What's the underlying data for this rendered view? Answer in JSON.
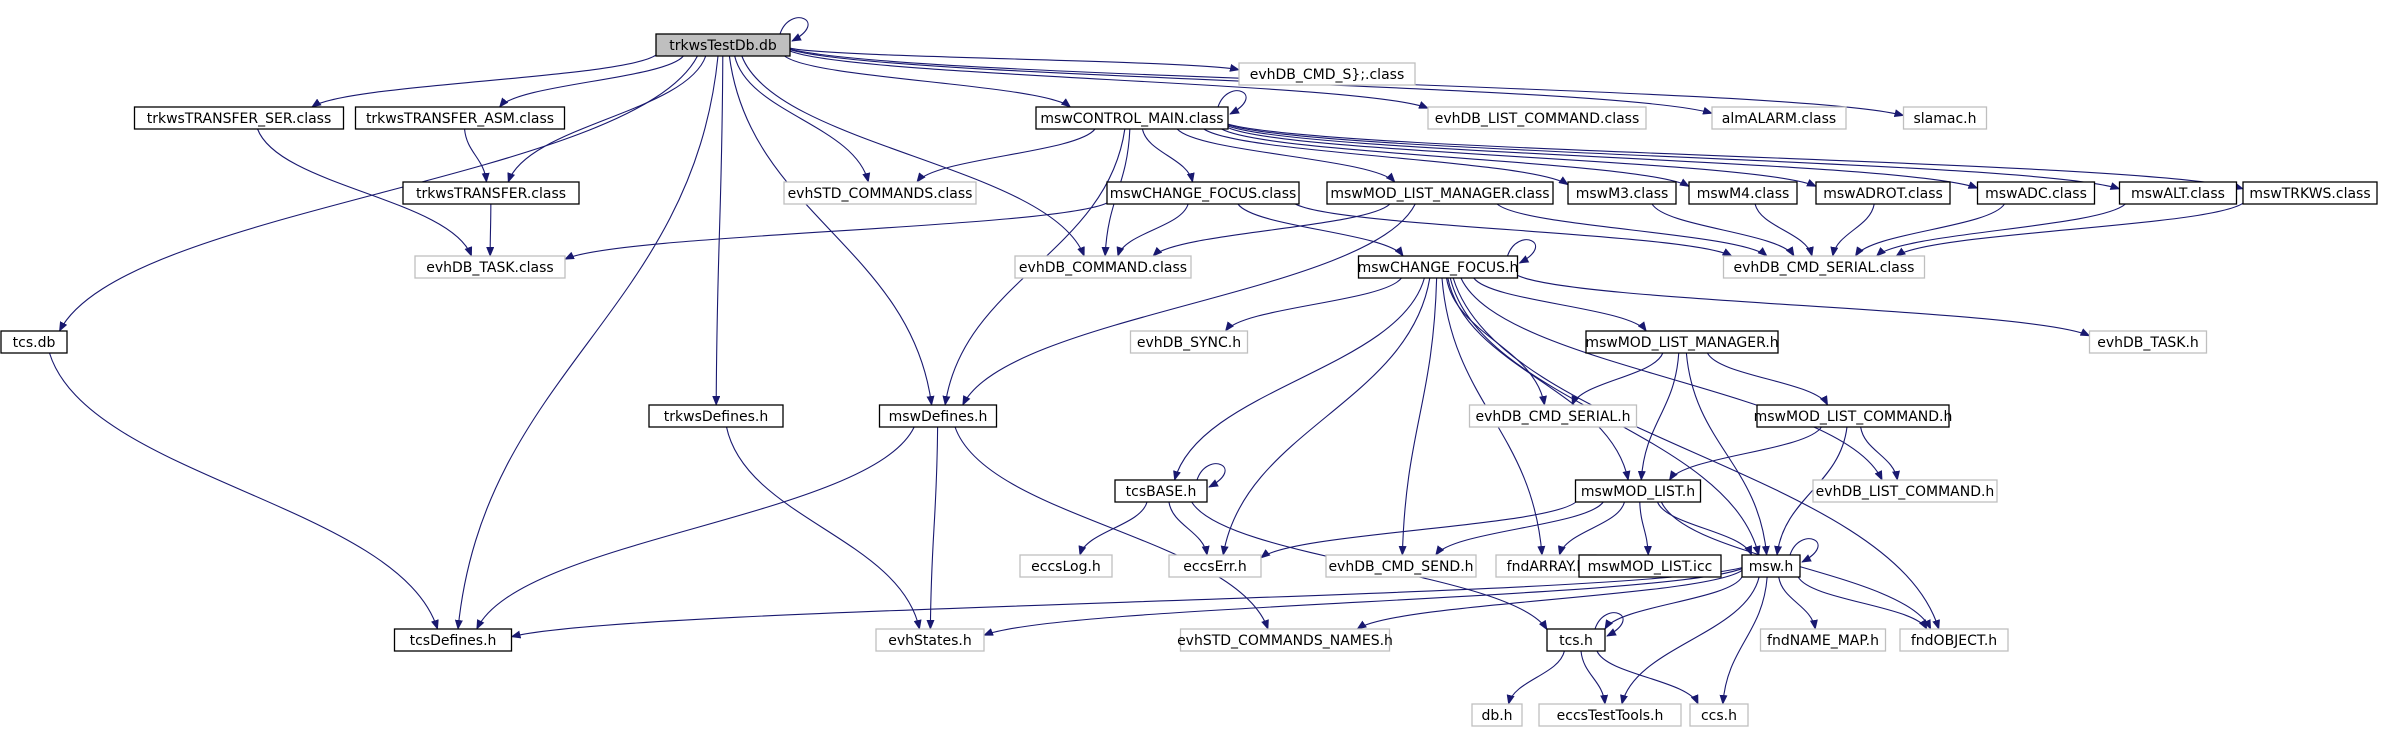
{
  "nodes": [
    {
      "id": "trkwsTestDb",
      "label": "trkwsTestDb.db",
      "style": "root"
    },
    {
      "id": "trkwsTRANSFER_SER",
      "label": "trkwsTRANSFER_SER.class",
      "style": "solid"
    },
    {
      "id": "trkwsTRANSFER_ASM",
      "label": "trkwsTRANSFER_ASM.class",
      "style": "solid"
    },
    {
      "id": "trkwsTRANSFER",
      "label": "trkwsTRANSFER.class",
      "style": "solid"
    },
    {
      "id": "evhDB_TASK_class",
      "label": "evhDB_TASK.class",
      "style": "muted"
    },
    {
      "id": "tcs_db",
      "label": "tcs.db",
      "style": "solid"
    },
    {
      "id": "trkwsDefines",
      "label": "trkwsDefines.h",
      "style": "solid"
    },
    {
      "id": "mswCONTROL_MAIN",
      "label": "mswCONTROL_MAIN.class",
      "style": "solid"
    },
    {
      "id": "evhDB_CMD_S",
      "label": "evhDB_CMD_S};.class",
      "style": "muted"
    },
    {
      "id": "evhDB_LIST_COMMAND_class",
      "label": "evhDB_LIST_COMMAND.class",
      "style": "muted"
    },
    {
      "id": "almALARM",
      "label": "almALARM.class",
      "style": "muted"
    },
    {
      "id": "slamac",
      "label": "slamac.h",
      "style": "muted"
    },
    {
      "id": "evhSTD_COMMANDS_class",
      "label": "evhSTD_COMMANDS.class",
      "style": "muted"
    },
    {
      "id": "mswCHANGE_FOCUS_class",
      "label": "mswCHANGE_FOCUS.class",
      "style": "solid"
    },
    {
      "id": "mswMOD_LIST_MANAGER_class",
      "label": "mswMOD_LIST_MANAGER.class",
      "style": "solid"
    },
    {
      "id": "mswM3",
      "label": "mswM3.class",
      "style": "solid"
    },
    {
      "id": "mswM4",
      "label": "mswM4.class",
      "style": "solid"
    },
    {
      "id": "mswADROT",
      "label": "mswADROT.class",
      "style": "solid"
    },
    {
      "id": "mswADC",
      "label": "mswADC.class",
      "style": "solid"
    },
    {
      "id": "mswALT",
      "label": "mswALT.class",
      "style": "solid"
    },
    {
      "id": "mswTRKWS",
      "label": "mswTRKWS.class",
      "style": "solid"
    },
    {
      "id": "evhDB_COMMAND_class",
      "label": "evhDB_COMMAND.class",
      "style": "muted"
    },
    {
      "id": "evhDB_CMD_SERIAL_class",
      "label": "evhDB_CMD_SERIAL.class",
      "style": "muted"
    },
    {
      "id": "mswCHANGE_FOCUS_h",
      "label": "mswCHANGE_FOCUS.h",
      "style": "solid"
    },
    {
      "id": "evhDB_SYNC_h",
      "label": "evhDB_SYNC.h",
      "style": "muted"
    },
    {
      "id": "evhDB_TASK_h",
      "label": "evhDB_TASK.h",
      "style": "muted"
    },
    {
      "id": "mswMOD_LIST_MANAGER_h",
      "label": "mswMOD_LIST_MANAGER.h",
      "style": "solid"
    },
    {
      "id": "evhDB_CMD_SERIAL_h",
      "label": "evhDB_CMD_SERIAL.h",
      "style": "muted"
    },
    {
      "id": "mswMOD_LIST_COMMAND_h",
      "label": "mswMOD_LIST_COMMAND.h",
      "style": "solid"
    },
    {
      "id": "mswDefines",
      "label": "mswDefines.h",
      "style": "solid"
    },
    {
      "id": "tcsBASE",
      "label": "tcsBASE.h",
      "style": "solid"
    },
    {
      "id": "mswMOD_LIST_h",
      "label": "mswMOD_LIST.h",
      "style": "solid"
    },
    {
      "id": "evhDB_LIST_COMMAND_h",
      "label": "evhDB_LIST_COMMAND.h",
      "style": "muted"
    },
    {
      "id": "eccsLog",
      "label": "eccsLog.h",
      "style": "muted"
    },
    {
      "id": "eccsErr",
      "label": "eccsErr.h",
      "style": "muted"
    },
    {
      "id": "evhDB_CMD_SEND",
      "label": "evhDB_CMD_SEND.h",
      "style": "muted"
    },
    {
      "id": "fndARRAY",
      "label": "fndARRAY.h",
      "style": "muted"
    },
    {
      "id": "mswMOD_LIST_icc",
      "label": "mswMOD_LIST.icc",
      "style": "solid"
    },
    {
      "id": "msw_h",
      "label": "msw.h",
      "style": "solid"
    },
    {
      "id": "tcsDefines",
      "label": "tcsDefines.h",
      "style": "solid"
    },
    {
      "id": "evhStates",
      "label": "evhStates.h",
      "style": "muted"
    },
    {
      "id": "evhSTD_COMMANDS_NAMES",
      "label": "evhSTD_COMMANDS_NAMES.h",
      "style": "muted"
    },
    {
      "id": "tcs_h",
      "label": "tcs.h",
      "style": "solid"
    },
    {
      "id": "fndNAME_MAP",
      "label": "fndNAME_MAP.h",
      "style": "muted"
    },
    {
      "id": "fndOBJECT",
      "label": "fndOBJECT.h",
      "style": "muted"
    },
    {
      "id": "db_h",
      "label": "db.h",
      "style": "muted"
    },
    {
      "id": "eccsTestTools",
      "label": "eccsTestTools.h",
      "style": "muted"
    },
    {
      "id": "ccs_h",
      "label": "ccs.h",
      "style": "muted"
    }
  ],
  "edges": [
    [
      "trkwsTestDb",
      "trkwsTestDb"
    ],
    [
      "trkwsTestDb",
      "tcs_db"
    ],
    [
      "trkwsTestDb",
      "trkwsTRANSFER_SER"
    ],
    [
      "trkwsTestDb",
      "trkwsTRANSFER_ASM"
    ],
    [
      "trkwsTestDb",
      "trkwsTRANSFER"
    ],
    [
      "trkwsTestDb",
      "tcsDefines"
    ],
    [
      "trkwsTestDb",
      "trkwsDefines"
    ],
    [
      "trkwsTestDb",
      "mswDefines"
    ],
    [
      "trkwsTestDb",
      "evhDB_COMMAND_class"
    ],
    [
      "trkwsTestDb",
      "mswCONTROL_MAIN"
    ],
    [
      "trkwsTestDb",
      "evhDB_CMD_S"
    ],
    [
      "trkwsTestDb",
      "evhDB_LIST_COMMAND_class"
    ],
    [
      "trkwsTestDb",
      "almALARM"
    ],
    [
      "trkwsTestDb",
      "slamac"
    ],
    [
      "trkwsTestDb",
      "evhSTD_COMMANDS_class"
    ],
    [
      "trkwsTRANSFER_SER",
      "evhDB_TASK_class"
    ],
    [
      "trkwsTRANSFER_ASM",
      "trkwsTRANSFER"
    ],
    [
      "trkwsTRANSFER",
      "evhDB_TASK_class"
    ],
    [
      "tcs_db",
      "tcsDefines"
    ],
    [
      "trkwsDefines",
      "evhStates"
    ],
    [
      "mswCONTROL_MAIN",
      "mswCONTROL_MAIN"
    ],
    [
      "mswCONTROL_MAIN",
      "evhSTD_COMMANDS_class"
    ],
    [
      "mswCONTROL_MAIN",
      "mswCHANGE_FOCUS_class"
    ],
    [
      "mswCONTROL_MAIN",
      "mswMOD_LIST_MANAGER_class"
    ],
    [
      "mswCONTROL_MAIN",
      "mswM3"
    ],
    [
      "mswCONTROL_MAIN",
      "mswM4"
    ],
    [
      "mswCONTROL_MAIN",
      "mswADROT"
    ],
    [
      "mswCONTROL_MAIN",
      "mswADC"
    ],
    [
      "mswCONTROL_MAIN",
      "mswALT"
    ],
    [
      "mswCONTROL_MAIN",
      "mswTRKWS"
    ],
    [
      "mswCONTROL_MAIN",
      "evhDB_COMMAND_class"
    ],
    [
      "mswCONTROL_MAIN",
      "mswDefines"
    ],
    [
      "mswCHANGE_FOCUS_class",
      "evhDB_TASK_class"
    ],
    [
      "mswCHANGE_FOCUS_class",
      "evhDB_COMMAND_class"
    ],
    [
      "mswCHANGE_FOCUS_class",
      "mswCHANGE_FOCUS_h"
    ],
    [
      "mswCHANGE_FOCUS_class",
      "evhDB_CMD_SERIAL_class"
    ],
    [
      "mswMOD_LIST_MANAGER_class",
      "evhDB_COMMAND_class"
    ],
    [
      "mswMOD_LIST_MANAGER_class",
      "mswDefines"
    ],
    [
      "mswMOD_LIST_MANAGER_class",
      "evhDB_CMD_SERIAL_class"
    ],
    [
      "mswM3",
      "evhDB_CMD_SERIAL_class"
    ],
    [
      "mswM4",
      "evhDB_CMD_SERIAL_class"
    ],
    [
      "mswADROT",
      "evhDB_CMD_SERIAL_class"
    ],
    [
      "mswADC",
      "evhDB_CMD_SERIAL_class"
    ],
    [
      "mswALT",
      "evhDB_CMD_SERIAL_class"
    ],
    [
      "mswTRKWS",
      "evhDB_CMD_SERIAL_class"
    ],
    [
      "mswCHANGE_FOCUS_h",
      "mswCHANGE_FOCUS_h"
    ],
    [
      "mswCHANGE_FOCUS_h",
      "evhDB_SYNC_h"
    ],
    [
      "mswCHANGE_FOCUS_h",
      "evhDB_TASK_h"
    ],
    [
      "mswCHANGE_FOCUS_h",
      "mswMOD_LIST_MANAGER_h"
    ],
    [
      "mswCHANGE_FOCUS_h",
      "evhDB_CMD_SERIAL_h"
    ],
    [
      "mswCHANGE_FOCUS_h",
      "tcsBASE"
    ],
    [
      "mswCHANGE_FOCUS_h",
      "eccsErr"
    ],
    [
      "mswCHANGE_FOCUS_h",
      "evhDB_CMD_SEND"
    ],
    [
      "mswCHANGE_FOCUS_h",
      "fndARRAY"
    ],
    [
      "mswCHANGE_FOCUS_h",
      "mswMOD_LIST_h"
    ],
    [
      "mswCHANGE_FOCUS_h",
      "evhDB_LIST_COMMAND_h"
    ],
    [
      "mswCHANGE_FOCUS_h",
      "msw_h"
    ],
    [
      "mswCHANGE_FOCUS_h",
      "fndOBJECT"
    ],
    [
      "mswMOD_LIST_MANAGER_h",
      "evhDB_CMD_SERIAL_h"
    ],
    [
      "mswMOD_LIST_MANAGER_h",
      "mswMOD_LIST_COMMAND_h"
    ],
    [
      "mswMOD_LIST_MANAGER_h",
      "mswMOD_LIST_h"
    ],
    [
      "mswMOD_LIST_MANAGER_h",
      "msw_h"
    ],
    [
      "mswMOD_LIST_COMMAND_h",
      "mswMOD_LIST_h"
    ],
    [
      "mswMOD_LIST_COMMAND_h",
      "evhDB_LIST_COMMAND_h"
    ],
    [
      "mswMOD_LIST_COMMAND_h",
      "msw_h"
    ],
    [
      "mswDefines",
      "tcsDefines"
    ],
    [
      "mswDefines",
      "evhStates"
    ],
    [
      "mswDefines",
      "evhSTD_COMMANDS_NAMES"
    ],
    [
      "tcsBASE",
      "tcsBASE"
    ],
    [
      "tcsBASE",
      "eccsLog"
    ],
    [
      "tcsBASE",
      "eccsErr"
    ],
    [
      "tcsBASE",
      "tcs_h"
    ],
    [
      "mswMOD_LIST_h",
      "eccsErr"
    ],
    [
      "mswMOD_LIST_h",
      "evhDB_CMD_SEND"
    ],
    [
      "mswMOD_LIST_h",
      "fndARRAY"
    ],
    [
      "mswMOD_LIST_h",
      "mswMOD_LIST_icc"
    ],
    [
      "mswMOD_LIST_h",
      "msw_h"
    ],
    [
      "mswMOD_LIST_h",
      "fndOBJECT"
    ],
    [
      "msw_h",
      "msw_h"
    ],
    [
      "msw_h",
      "tcsDefines"
    ],
    [
      "msw_h",
      "evhStates"
    ],
    [
      "msw_h",
      "evhSTD_COMMANDS_NAMES"
    ],
    [
      "msw_h",
      "tcs_h"
    ],
    [
      "msw_h",
      "fndNAME_MAP"
    ],
    [
      "msw_h",
      "fndOBJECT"
    ],
    [
      "msw_h",
      "eccsTestTools"
    ],
    [
      "msw_h",
      "ccs_h"
    ],
    [
      "tcs_h",
      "tcs_h"
    ],
    [
      "tcs_h",
      "db_h"
    ],
    [
      "tcs_h",
      "eccsTestTools"
    ],
    [
      "tcs_h",
      "ccs_h"
    ]
  ]
}
